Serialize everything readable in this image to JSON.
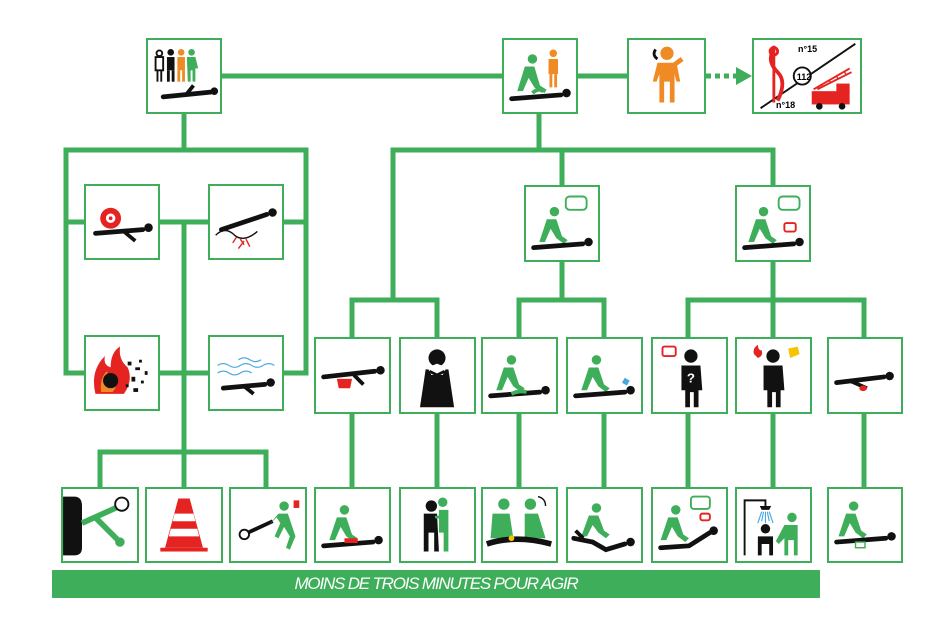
{
  "banner": {
    "text": "MOINS DE TROIS MINUTES POUR AGIR"
  },
  "emergency": {
    "samu": "n°15",
    "europe": "112",
    "pompiers": "n°18"
  },
  "colors": {
    "green": "#3fae5a",
    "orange": "#f08a24",
    "red": "#e52421",
    "black": "#111111",
    "blue": "#4aa8e0"
  },
  "icons": [
    "victim-bystanders-icon",
    "rescuer-helper-icon",
    "phone-caller-icon",
    "emergency-services-icon",
    "bleeding-icon",
    "electrocution-icon",
    "fire-icon",
    "drowning-icon",
    "rescuer-talking-icon",
    "rescuer-no-response-icon",
    "heavy-bleeding-icon",
    "choking-icon",
    "unconscious-breathing-icon",
    "unconscious-not-breathing-icon",
    "malaise-icon",
    "burn-icon",
    "trauma-icon",
    "electric-cut-icon",
    "warning-cone-icon",
    "evacuation-icon",
    "compression-icon",
    "back-blows-icon",
    "recovery-position-icon",
    "cpr-icon",
    "rest-position-icon",
    "cooling-shower-icon",
    "immobilization-icon"
  ]
}
